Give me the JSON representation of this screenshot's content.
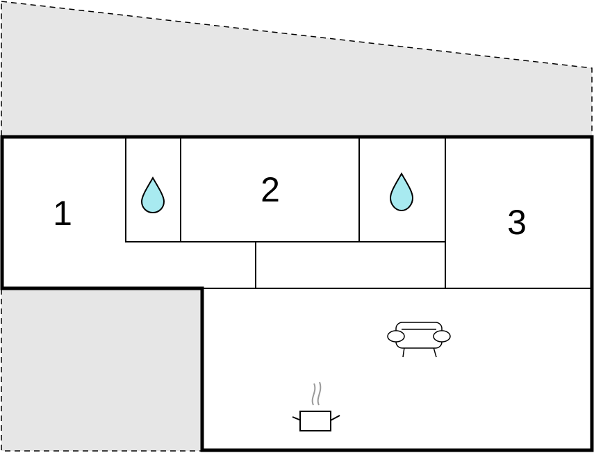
{
  "floor_plan": {
    "rooms": [
      {
        "id": "bedroom-1",
        "number": "1"
      },
      {
        "id": "bedroom-2",
        "number": "2"
      },
      {
        "id": "bedroom-3",
        "number": "3"
      }
    ],
    "icons": {
      "bathroom": "water-drop-icon",
      "living": "sofa-icon",
      "kitchen": "cooking-pot-icon"
    },
    "colors": {
      "wall": "#000000",
      "outdoor_area": "#e6e6e6",
      "water_drop": "#a8eaf0",
      "steam": "#999999"
    }
  }
}
